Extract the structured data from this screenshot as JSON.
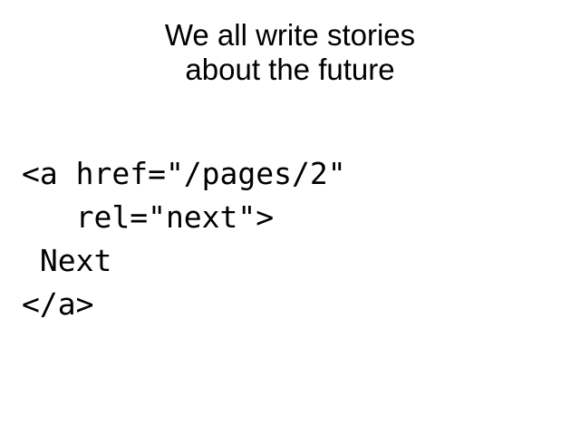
{
  "slide": {
    "title_lines": [
      "We all write stories",
      "about the future"
    ],
    "code_lines": [
      "<a href=\"/pages/2\"",
      "   rel=\"next\">",
      " Next",
      "</a>"
    ]
  }
}
